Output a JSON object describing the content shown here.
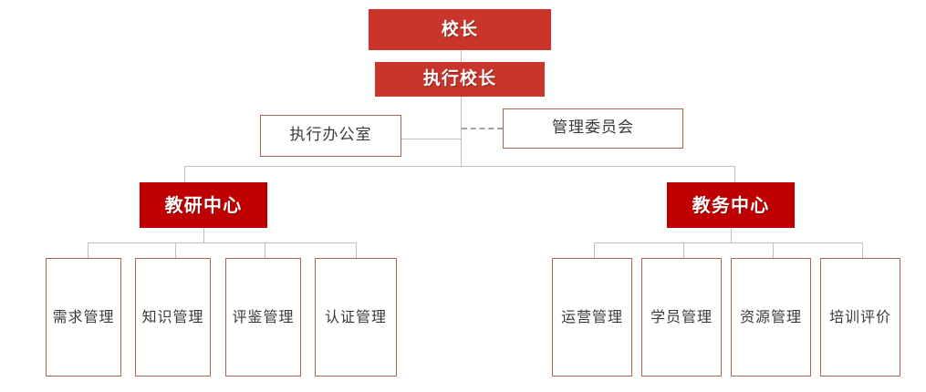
{
  "chart": {
    "type": "org-chart",
    "title": "",
    "colors": {
      "top_fill": "#C9352A",
      "center_fill": "#C00000",
      "outline_border": "#b0614f",
      "connector": "#bfbfbf",
      "dashed_connector": "#9aa79a",
      "label_dark": "#3a3a3a",
      "label_light": "#ffffff",
      "background": "#ffffff"
    },
    "levels": {
      "level1": {
        "label": "校长"
      },
      "level2": {
        "label": "执行校长"
      },
      "level3": {
        "left": {
          "label": "执行办公室"
        },
        "right": {
          "label": "管理委员会"
        },
        "link": "dashed"
      },
      "level4": [
        {
          "label": "教研中心"
        },
        {
          "label": "教务中心"
        }
      ],
      "level5": {
        "left_children": [
          {
            "label": "需求管理"
          },
          {
            "label": "知识管理"
          },
          {
            "label": "评鉴管理"
          },
          {
            "label": "认证管理"
          }
        ],
        "right_children": [
          {
            "label": "运营管理"
          },
          {
            "label": "学员管理"
          },
          {
            "label": "资源管理"
          },
          {
            "label": "培训评价"
          }
        ]
      }
    }
  }
}
